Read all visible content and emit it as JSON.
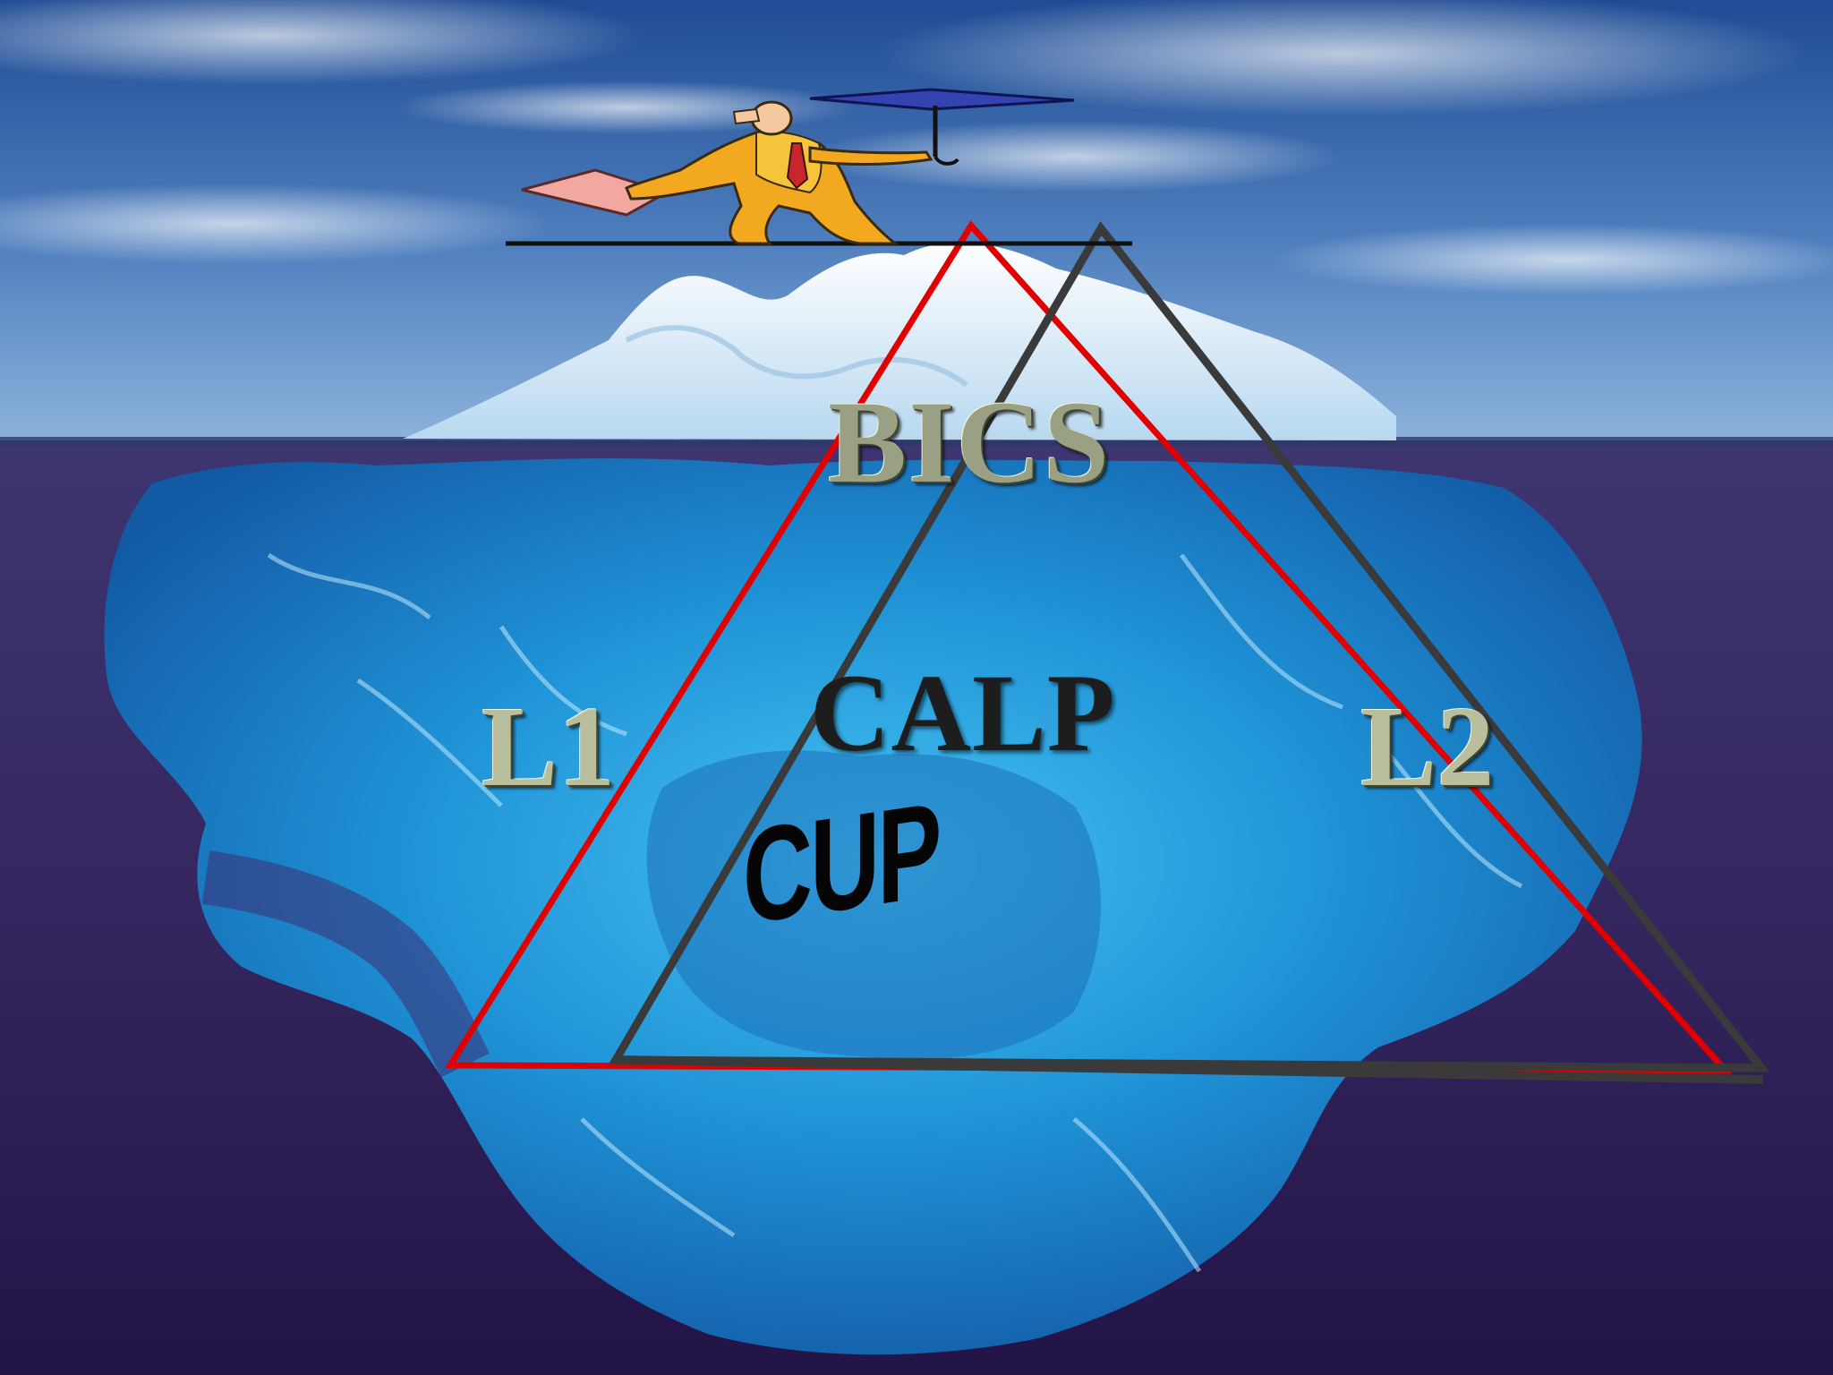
{
  "diagram": {
    "labels": {
      "top": "BICS",
      "left": "L1",
      "right": "L2",
      "center": "CALP",
      "bottom": "CUP"
    },
    "colors": {
      "sky_top": "#2d5aa0",
      "sky_bottom": "#7fa9d8",
      "ocean_deep": "#3a2a6e",
      "ice_light": "#e9f6ff",
      "ice_underwater": "#2aa4e0",
      "triangle_l1": "#e10000",
      "triangle_l2": "#3a3a3a",
      "label_emboss": "#b9bf9d"
    },
    "icons": {
      "figure": "tightrope-walker-icon",
      "umbrella": "umbrella-icon",
      "briefcase": "briefcase-icon"
    }
  }
}
